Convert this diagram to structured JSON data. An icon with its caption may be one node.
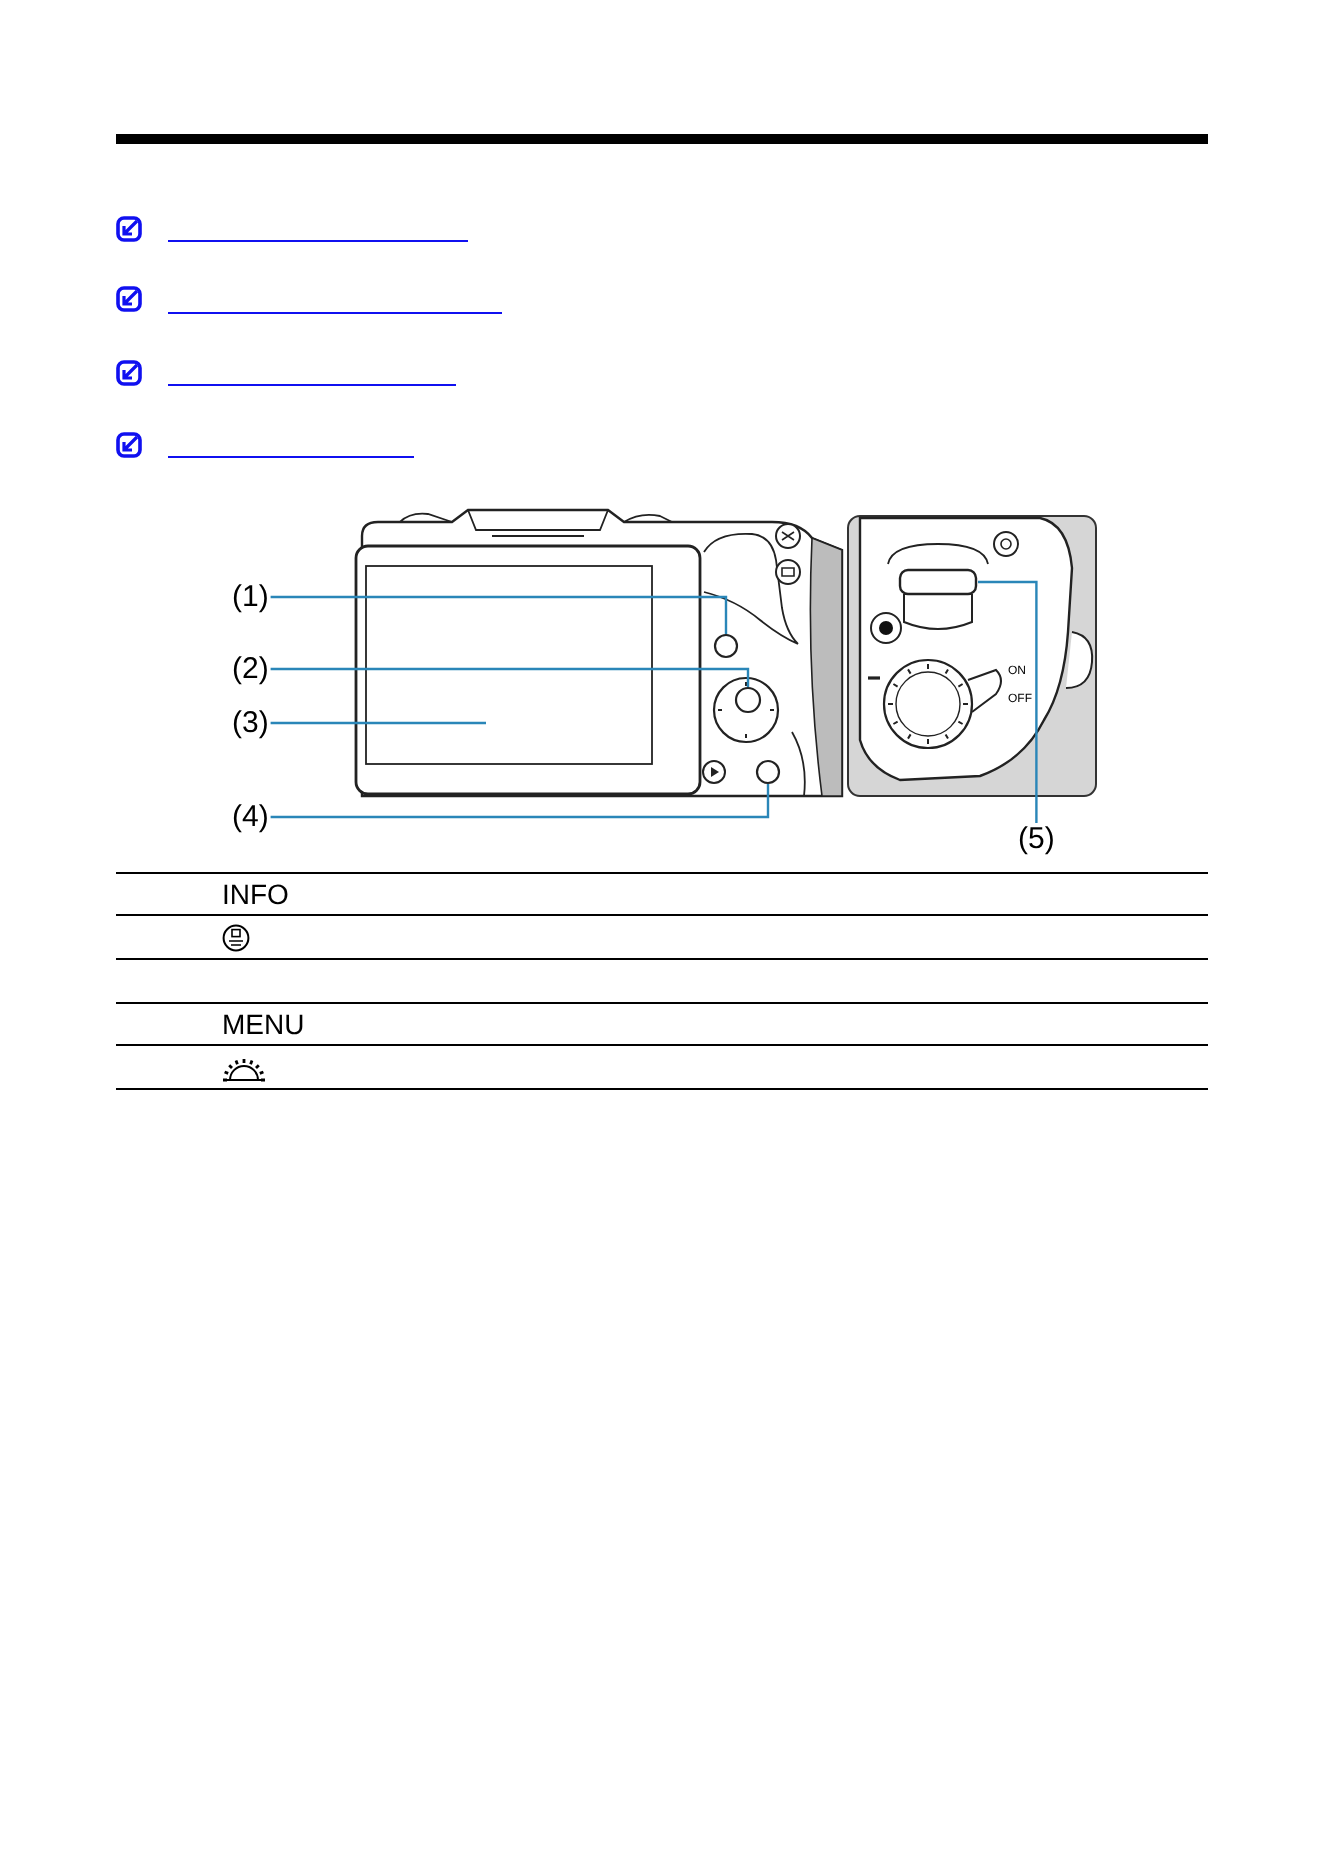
{
  "diagram": {
    "nodes": [
      {
        "text": [
          "(1)"
        ]
      },
      {
        "text": [],
        "shape": "circle"
      },
      {
        "text": [
          "(2)"
        ]
      },
      {
        "text": [],
        "shape": "circle"
      },
      {
        "text": [
          "(3)"
        ]
      },
      {
        "text": [],
        "shape": "box"
      },
      {
        "text": [
          "(4)"
        ]
      },
      {
        "text": [],
        "shape": "circle"
      },
      {
        "text": [
          "(5)"
        ]
      },
      {
        "text": [],
        "shape": "bar"
      }
    ],
    "edges": [
      {
        "from": 0,
        "to": 1,
        "arrow": "none"
      },
      {
        "from": 2,
        "to": 3,
        "arrow": "none"
      },
      {
        "from": 4,
        "to": 5,
        "arrow": "none"
      },
      {
        "from": 6,
        "to": 7,
        "arrow": "none"
      },
      {
        "from": 8,
        "to": 9,
        "arrow": "none"
      }
    ],
    "labels": [
      "ON",
      "OFF",
      "INFO",
      "MENU"
    ]
  }
}
